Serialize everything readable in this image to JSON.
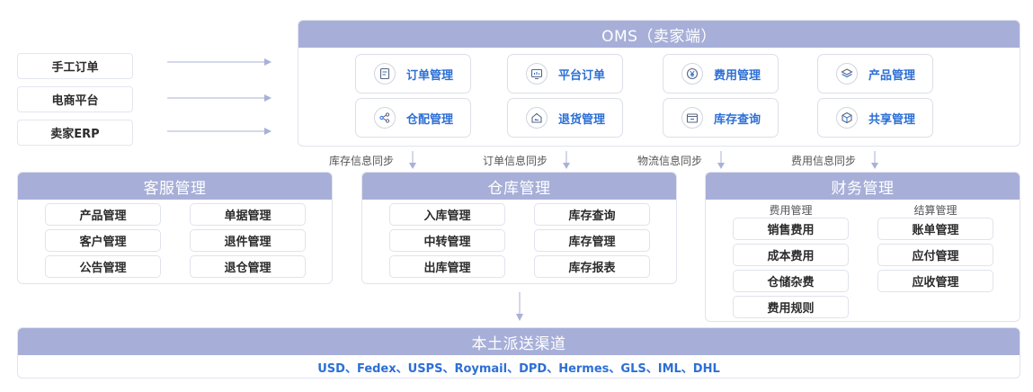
{
  "sources": [
    "手工订单",
    "电商平台",
    "卖家ERP"
  ],
  "oms": {
    "title": "OMS（卖家端）",
    "modules": [
      {
        "label": "订单管理",
        "icon": "order-doc-icon"
      },
      {
        "label": "平台订单",
        "icon": "platform-screen-icon"
      },
      {
        "label": "费用管理",
        "icon": "yen-coin-icon"
      },
      {
        "label": "产品管理",
        "icon": "layers-icon"
      },
      {
        "label": "仓配管理",
        "icon": "share-nodes-icon"
      },
      {
        "label": "退货管理",
        "icon": "return-house-icon"
      },
      {
        "label": "库存查询",
        "icon": "inventory-box-icon"
      },
      {
        "label": "共享管理",
        "icon": "cube-icon"
      }
    ]
  },
  "sync": [
    "库存信息同步",
    "订单信息同步",
    "物流信息同步",
    "费用信息同步"
  ],
  "customer_service": {
    "title": "客服管理",
    "items": [
      "产品管理",
      "单据管理",
      "客户管理",
      "退件管理",
      "公告管理",
      "退仓管理"
    ]
  },
  "warehouse": {
    "title": "仓库管理",
    "items": [
      "入库管理",
      "库存查询",
      "中转管理",
      "库存管理",
      "出库管理",
      "库存报表"
    ]
  },
  "finance": {
    "title": "财务管理",
    "expense": {
      "title": "费用管理",
      "items": [
        "销售费用",
        "成本费用",
        "仓储杂费",
        "费用规则"
      ]
    },
    "settlement": {
      "title": "结算管理",
      "items": [
        "账单管理",
        "应付管理",
        "应收管理"
      ]
    }
  },
  "channels": {
    "title": "本土派送渠道",
    "carriers": "USD、Fedex、USPS、Roymail、DPD、Hermes、GLS、IML、DHL"
  },
  "colors": {
    "header": "#a7afd8",
    "accent_text": "#2c6fd6",
    "arrow": "#a9b1d6"
  }
}
